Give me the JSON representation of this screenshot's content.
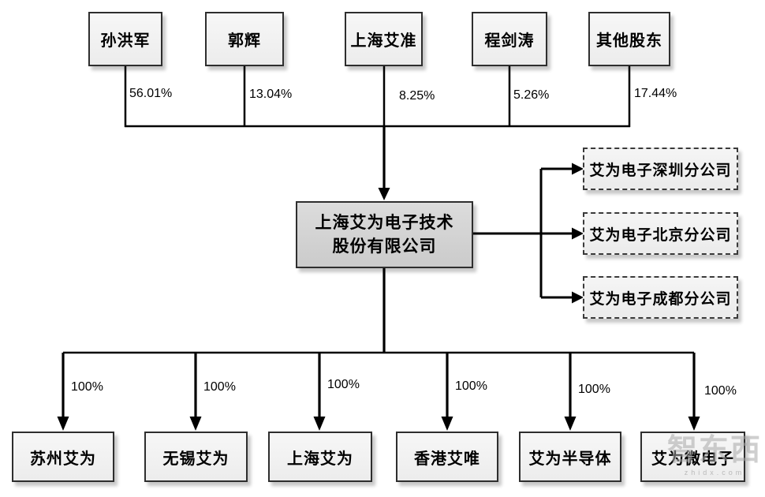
{
  "parent_company": {
    "name_line1": "上海艾为电子技术",
    "name_line2": "股份有限公司"
  },
  "shareholders": [
    {
      "name": "孙洪军",
      "stake": "56.01%"
    },
    {
      "name": "郭辉",
      "stake": "13.04%"
    },
    {
      "name": "上海艾准",
      "stake": "8.25%"
    },
    {
      "name": "程剑涛",
      "stake": "5.26%"
    },
    {
      "name": "其他股东",
      "stake": "17.44%"
    }
  ],
  "branch_offices": [
    {
      "name": "艾为电子深圳分公司"
    },
    {
      "name": "艾为电子北京分公司"
    },
    {
      "name": "艾为电子成都分公司"
    }
  ],
  "subsidiaries": [
    {
      "name": "苏州艾为",
      "stake": "100%"
    },
    {
      "name": "无锡艾为",
      "stake": "100%"
    },
    {
      "name": "上海艾为",
      "stake": "100%"
    },
    {
      "name": "香港艾唯",
      "stake": "100%"
    },
    {
      "name": "艾为半导体",
      "stake": "100%"
    },
    {
      "name": "艾为微电子",
      "stake": "100%"
    }
  ],
  "watermark": {
    "logo_text": "智东西",
    "site_text": "zhidx.com"
  },
  "colors": {
    "line": "#000000",
    "box_border": "#2e2e2e",
    "box_fill": "#f2f2f2",
    "parent_fill": "#d4d4d4",
    "background": "#ffffff"
  }
}
